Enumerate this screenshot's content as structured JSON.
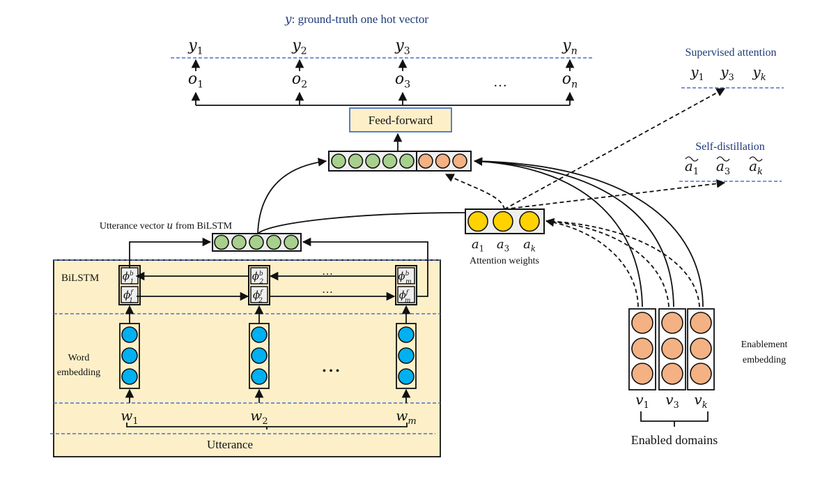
{
  "title": "y: ground-truth one hot vector",
  "title_var": "y",
  "title_rest": ": ground-truth one hot vector",
  "outputs": {
    "y_labels": [
      {
        "base": "y",
        "sub": "1"
      },
      {
        "base": "y",
        "sub": "2"
      },
      {
        "base": "y",
        "sub": "3"
      },
      {
        "base": "y",
        "sub": "n"
      }
    ],
    "o_labels": [
      {
        "base": "o",
        "sub": "1"
      },
      {
        "base": "o",
        "sub": "2"
      },
      {
        "base": "o",
        "sub": "3"
      },
      {
        "base": "o",
        "sub": "n"
      }
    ],
    "ellipsis": "…"
  },
  "feed_forward": {
    "label": "Feed-forward"
  },
  "concat_vector": {
    "green_count": 5,
    "orange_count": 3
  },
  "utterance_vector": {
    "label_pre": "Utterance  vector ",
    "label_var": "u",
    "label_post": " from BiLSTM",
    "count": 5
  },
  "attention": {
    "labels": [
      {
        "base": "a",
        "sub": "1"
      },
      {
        "base": "a",
        "sub": "3"
      },
      {
        "base": "a",
        "sub": "k"
      }
    ],
    "caption": "Attention weights"
  },
  "supervised_attention": {
    "title": "Supervised attention",
    "labels": [
      {
        "base": "y",
        "sub": "1"
      },
      {
        "base": "y",
        "sub": "3"
      },
      {
        "base": "y",
        "sub": "k"
      }
    ]
  },
  "self_distillation": {
    "title": "Self-distillation",
    "labels": [
      {
        "base": "a",
        "sub": "1"
      },
      {
        "base": "a",
        "sub": "3"
      },
      {
        "base": "a",
        "sub": "k"
      }
    ]
  },
  "bilstm": {
    "label": "BiLSTM",
    "cells": [
      {
        "b": {
          "base": "ϕ",
          "sup": "b",
          "sub": "1"
        },
        "f": {
          "base": "ϕ",
          "sup": "f",
          "sub": "1"
        }
      },
      {
        "b": {
          "base": "ϕ",
          "sup": "b",
          "sub": "2"
        },
        "f": {
          "base": "ϕ",
          "sup": "f",
          "sub": "2"
        }
      },
      {
        "b": {
          "base": "ϕ",
          "sup": "b",
          "sub": "m"
        },
        "f": {
          "base": "ϕ",
          "sup": "f",
          "sub": "m"
        }
      }
    ],
    "ellipsis": "…"
  },
  "word_embedding": {
    "label_line1": "Word",
    "label_line2": "embedding",
    "ellipsis": "• • •"
  },
  "words": [
    {
      "base": "w",
      "sub": "1"
    },
    {
      "base": "w",
      "sub": "2"
    },
    {
      "base": "w",
      "sub": "m"
    }
  ],
  "utterance_label": "Utterance",
  "enablement": {
    "label_line1": "Enablement",
    "label_line2": "embedding",
    "vectors": [
      {
        "base": "v",
        "sub": "1"
      },
      {
        "base": "v",
        "sub": "3"
      },
      {
        "base": "v",
        "sub": "k"
      }
    ],
    "domains_label": "Enabled domains"
  },
  "colors": {
    "green": "#a8d08d",
    "orange": "#f4b183",
    "yellow": "#ffd200",
    "blue_circle": "#00b0f0",
    "panel": "#fdf0c8",
    "ff_fill": "#fdf0c8",
    "ff_border": "#4472c4",
    "separator": "#4a72c8",
    "heading_blue": "#1f3a7a"
  }
}
